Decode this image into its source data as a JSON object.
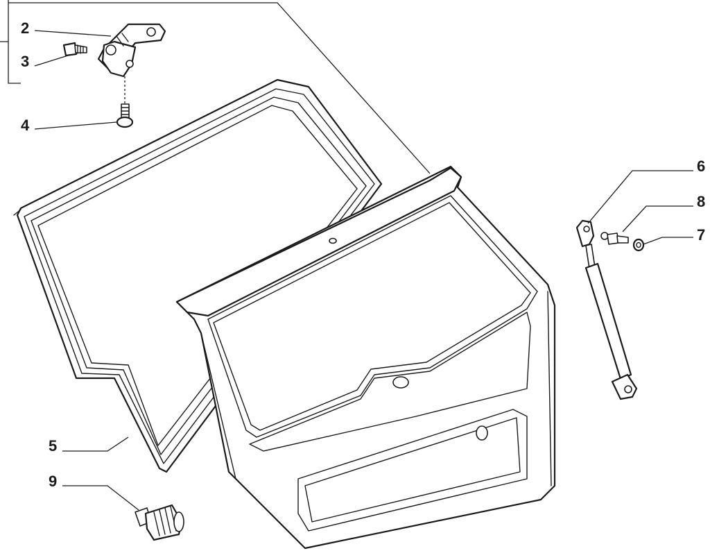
{
  "callouts": {
    "c2": "2",
    "c3": "3",
    "c4": "4",
    "c5": "5",
    "c6": "6",
    "c7": "7",
    "c8": "8",
    "c9": "9"
  },
  "icons": {
    "hinge": "tailgate-hinge-icon",
    "bolt": "bolt-icon",
    "screw": "screw-icon",
    "seal": "tailgate-seal-icon",
    "tailgate": "tailgate-panel-icon",
    "strut": "gas-strut-icon",
    "pin": "ball-pin-icon",
    "washer": "washer-icon",
    "bumper": "rubber-bumper-icon"
  }
}
